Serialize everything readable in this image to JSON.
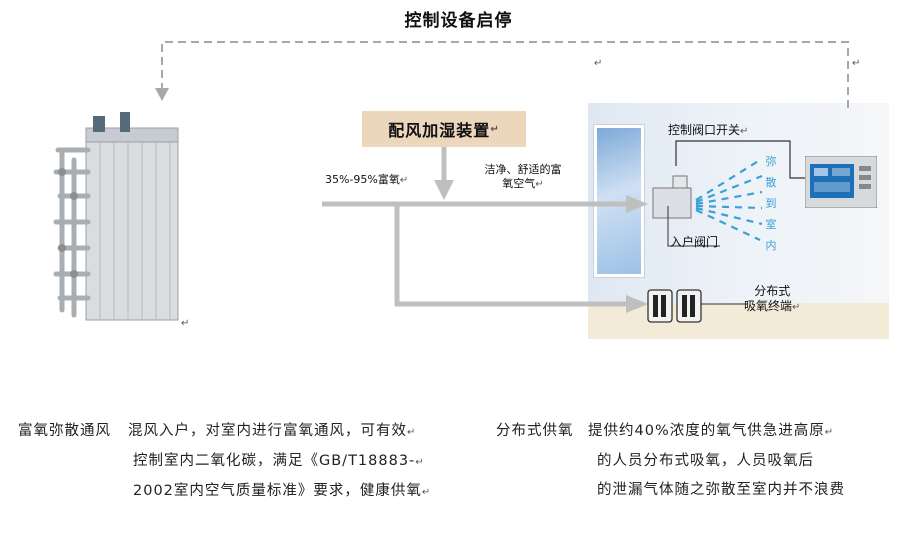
{
  "title": "控制设备启停",
  "colors": {
    "flow_arrow": "#bfbfbf",
    "dashed_line": "#a8a8a8",
    "label_box": "#ecd7bc",
    "diffuse_text": "#3aa0d6",
    "room_wall": "#e4ecf4",
    "room_floor": "#f4ead8"
  },
  "diagram": {
    "add_device_label": "配风加湿装置",
    "concentration_label": "35%-95%富氧",
    "clean_air_label": [
      "洁净、舒适的富",
      "氧空气"
    ],
    "valve_switch_label": "控制阀口开关",
    "entry_valve_label": "入户阀门",
    "diffuse_label": [
      "弥",
      "散",
      "到",
      "室",
      "内"
    ],
    "terminal_label": [
      "分布式",
      "吸氧终端"
    ]
  },
  "descriptions": {
    "left": {
      "title": "富氧弥散通风",
      "lines": [
        "混风入户，对室内进行富氧通风，可有效",
        "控制室内二氧化碳，满足《GB/T18883-",
        "2002室内空气质量标准》要求，健康供氧"
      ]
    },
    "right": {
      "title": "分布式供氧",
      "lines": [
        "提供约40%浓度的氧气供急进高原",
        "的人员分布式吸氧，人员吸氧后",
        "的泄漏气体随之弥散至室内并不浪费"
      ]
    }
  }
}
